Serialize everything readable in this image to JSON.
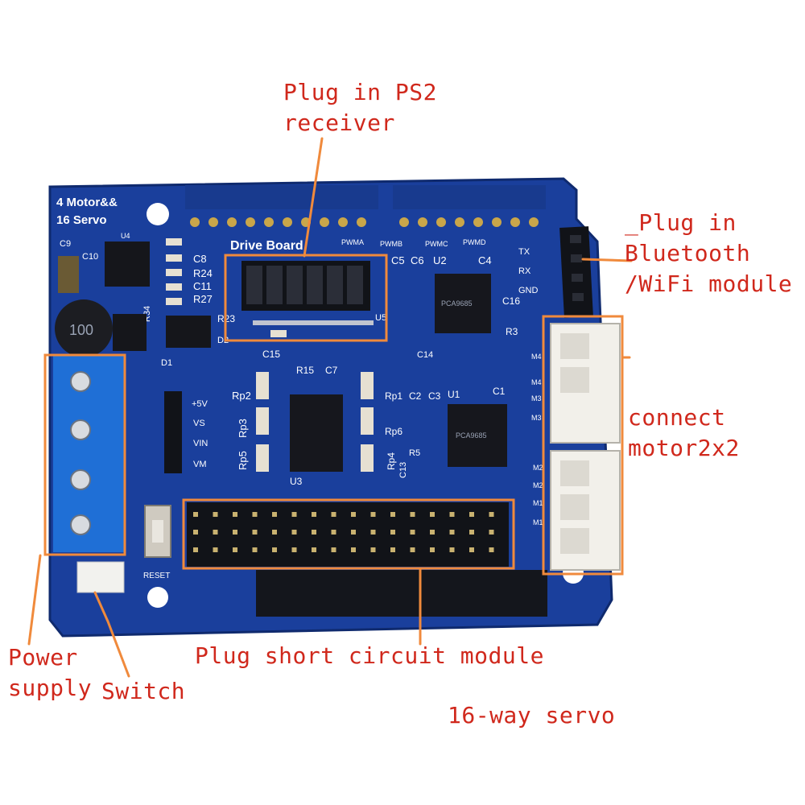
{
  "annotations": {
    "ps2": "Plug in PS2\nreceiver",
    "bluetooth": "_Plug in\nBluetooth\n/WiFi module",
    "motor": "connect\nmotor2x2",
    "power": "Power\nsupply",
    "switch": "Switch",
    "short_circuit": "Plug short circuit module",
    "servo": "16-way servo"
  },
  "board": {
    "title_line1": "4 Motor&&",
    "title_line2": "16 Servo",
    "drive_label": "Drive Board",
    "pwm_labels": [
      "PWMA",
      "PWMB",
      "PWMC",
      "PWMD"
    ],
    "serial_labels": [
      "TX",
      "RX",
      "GND"
    ],
    "power_rail_labels": [
      "+5V",
      "VS",
      "VIN",
      "VM"
    ],
    "motor_labels": [
      "M4",
      "M4",
      "M3",
      "M3",
      "M2",
      "M2",
      "M1",
      "M1"
    ],
    "components": {
      "c9": "C9",
      "c10": "C10",
      "u4": "U4",
      "c8": "C8",
      "r24": "R24",
      "c11": "C11",
      "r27": "R27",
      "r34": "R34",
      "r23": "R23",
      "d2": "D2",
      "d1": "D1",
      "c15": "C15",
      "c5": "C5",
      "c6": "C6",
      "u2": "U2",
      "c4": "C4",
      "c16": "C16",
      "r3": "R3",
      "c14": "C14",
      "r15": "R15",
      "c7": "C7",
      "rp2": "Rp2",
      "rp3": "Rp3",
      "rp5": "Rp5",
      "u3": "U3",
      "rp1": "Rp1",
      "c2": "C2",
      "c3": "C3",
      "u1": "U1",
      "c1": "C1",
      "rp6": "Rp6",
      "rp4": "Rp4",
      "r5": "R5",
      "c13": "C13",
      "u5": "U5",
      "reset": "RESET",
      "inductor": "100"
    }
  },
  "colors": {
    "board": "#1a3f9c",
    "annotation": "#d0281c",
    "highlight": "#f08a3c",
    "terminal": "#1f6fd6"
  }
}
